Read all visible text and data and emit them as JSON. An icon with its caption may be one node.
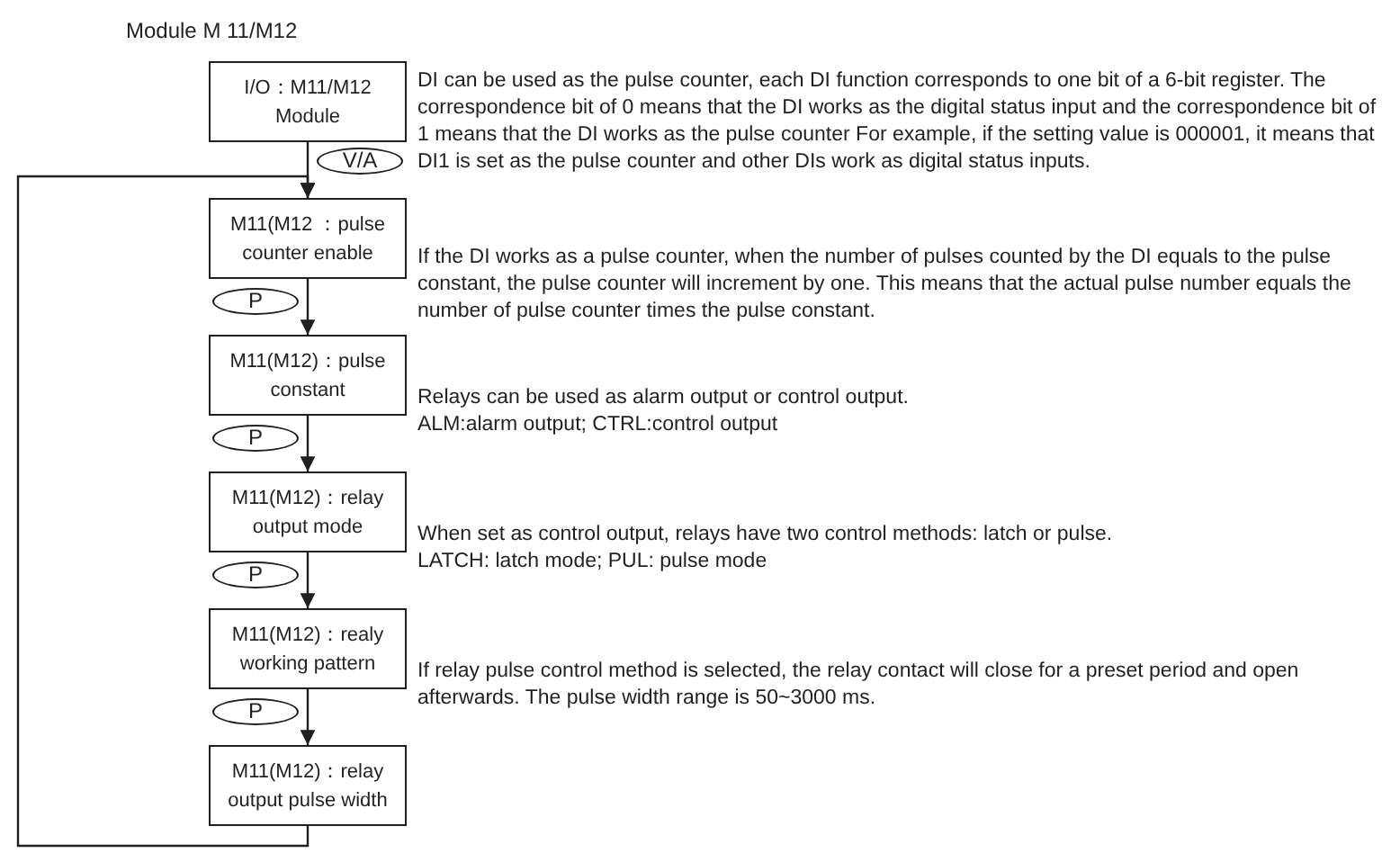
{
  "diagram": {
    "title": "Module M 11/M12",
    "nodes": [
      {
        "text": [
          "I/O：M11/M12 Module"
        ],
        "beside": [
          "DI can be used as the pulse counter, each DI function corresponds to one bit of a 6-bit register. The correspondence bit of 0 means that the DI works as the digital status input and the correspondence bit of 1 means that the DI works as the pulse counter For example, if the setting value is 000001, it means that DI1 is set as the pulse counter and other DIs work as digital status inputs."
        ]
      },
      {
        "text": [
          "M11(M12 ：pulse counter enable"
        ],
        "beside": [
          "If the DI works as a pulse counter, when the number of pulses counted by the DI equals to the pulse constant, the pulse counter will increment by one. This means that the actual pulse number equals the number of pulse counter times the pulse constant."
        ]
      },
      {
        "text": [
          "M11(M12)：pulse constant"
        ],
        "beside": [
          "Relays can be used as alarm output or control output.",
          "ALM:alarm output; CTRL:control output"
        ]
      },
      {
        "text": [
          "M11(M12)：relay output mode"
        ],
        "beside": [
          "When set as control output, relays have two control methods: latch or pulse.",
          "LATCH: latch mode; PUL: pulse mode"
        ]
      },
      {
        "text": [
          "M11(M12)：realy working pattern"
        ],
        "beside": [
          "If relay pulse control method is selected, the relay contact will close for a preset period and open afterwards.  The pulse width range is 50~3000 ms."
        ]
      },
      {
        "text": [
          "M11(M12)：relay output pulse width"
        ]
      }
    ],
    "edges": [
      {
        "from": 0,
        "to": 1,
        "arrow": "to",
        "label": "V/A"
      },
      {
        "from": 1,
        "to": 2,
        "arrow": "to",
        "label": "P"
      },
      {
        "from": 2,
        "to": 3,
        "arrow": "to",
        "label": "P"
      },
      {
        "from": 3,
        "to": 4,
        "arrow": "to",
        "label": "P"
      },
      {
        "from": 4,
        "to": 5,
        "arrow": "to",
        "label": "P"
      },
      {
        "from": 5,
        "to": 1,
        "arrow": "to"
      }
    ]
  }
}
